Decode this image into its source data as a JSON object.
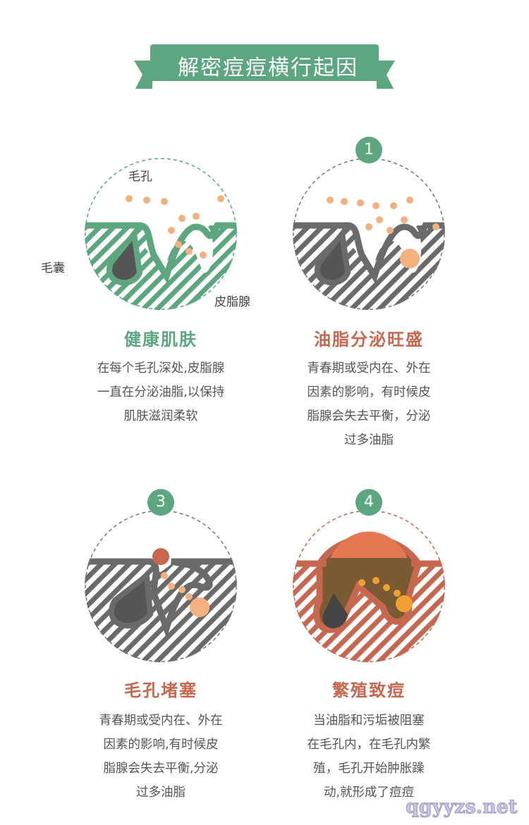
{
  "header": {
    "title": "解密痘痘横行起因"
  },
  "labels": {
    "pore": "毛孔",
    "follicle": "毛囊",
    "sebaceous_gland": "皮脂腺"
  },
  "cards": [
    {
      "badge": "",
      "title": "健康肌肤",
      "color": "#5ca77f",
      "lines": [
        "在每个毛孔深处,皮脂腺",
        "一直在分泌油脂,以保持",
        "肌肤滋润柔软"
      ]
    },
    {
      "badge": "1",
      "title": "油脂分泌旺盛",
      "color": "#c8674f",
      "lines": [
        "青春期或受内在、外在",
        "因素的影响，有时候皮",
        "脂腺会失去平衡，分泌",
        "过多油脂"
      ]
    },
    {
      "badge": "3",
      "title": "毛孔堵塞",
      "color": "#c8674f",
      "lines": [
        "青春期或受内在、外在",
        "因素的影响,有时候皮",
        "脂腺会失去平衡,分泌",
        "过多油脂"
      ]
    },
    {
      "badge": "4",
      "title": "繁殖致痘",
      "color": "#c8674f",
      "lines": [
        "当油脂和污垢被阻塞",
        "在毛孔内，在毛孔内繁",
        "殖，毛孔开始肿胀躁",
        "动,就形成了痘痘"
      ]
    }
  ],
  "watermark": "qgyyzs.net"
}
